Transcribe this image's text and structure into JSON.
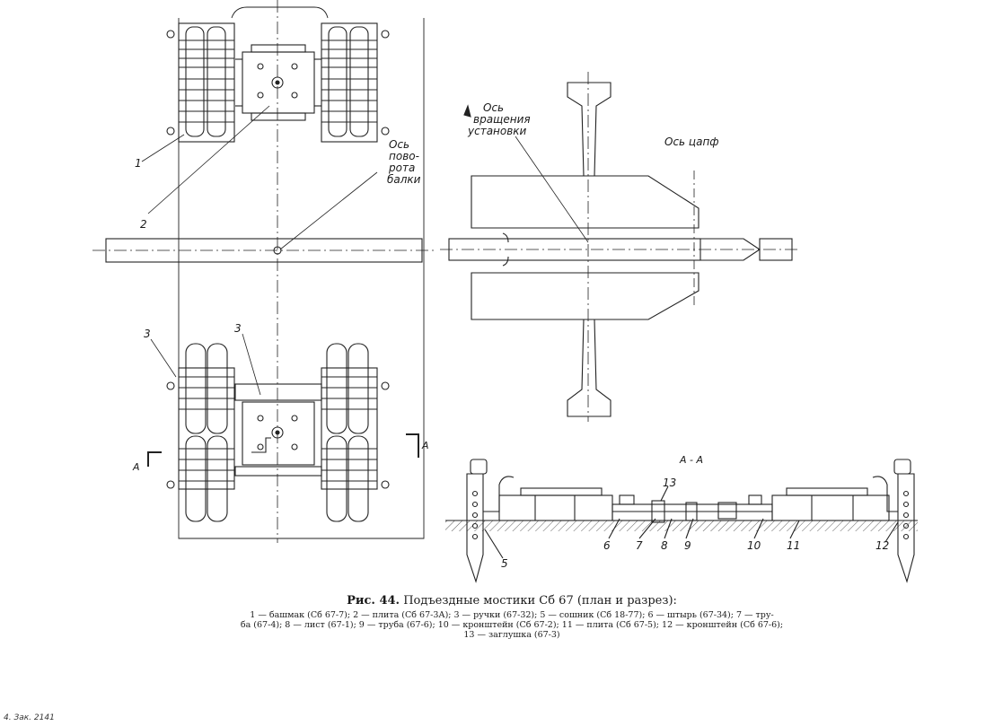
{
  "figure": {
    "labels": {
      "axis_rotation": [
        "Ось",
        "вращения",
        "установки"
      ],
      "axis_trunnion": "Ось цапф",
      "axis_beam": [
        "Ось",
        "пово-",
        "рота",
        "балки"
      ],
      "section_title": "А - А",
      "section_marker": "А"
    },
    "callouts": {
      "n1": "1",
      "n2": "2",
      "n3a": "3",
      "n3b": "3",
      "n5": "5",
      "n6": "6",
      "n7": "7",
      "n8": "8",
      "n9": "9",
      "n10": "10",
      "n11": "11",
      "n12": "12",
      "n13": "13"
    }
  },
  "caption": {
    "prefix": "Рис. 44.",
    "title": "Подъездные мостики Сб 67 (план и разрез):",
    "legend_line1": "1 — башмак (Сб 67-7); 2 — плита (Сб 67-3А); 3 — ручки (67-32); 5 — сошник (Сб 18-77); 6 — штырь (67-34); 7 — тру-",
    "legend_line2": "ба (67-4); 8 — лист (67-1); 9 — труба (67-6); 10 — кронштейн (Сб 67-2); 11 — плита (Сб 67-5); 12 — кронштейн (Сб 67-6);",
    "legend_line3": "13 — заглушка (67-3)"
  },
  "footer": "4. Зак. 2141"
}
